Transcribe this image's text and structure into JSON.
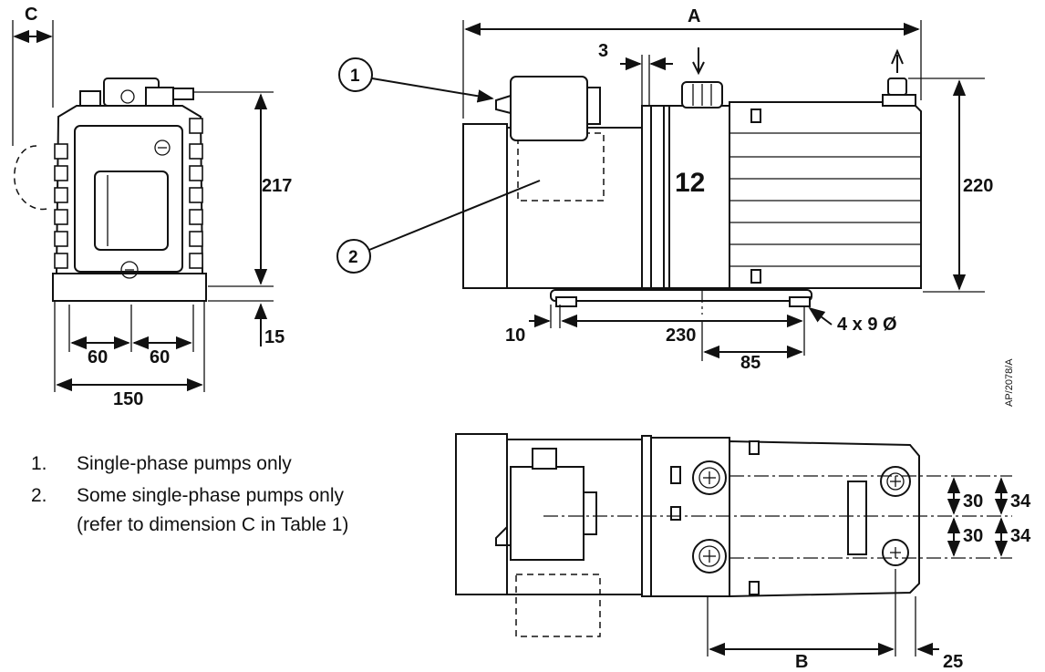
{
  "dimensions": {
    "A": "A",
    "B": "B",
    "C": "C",
    "height_end": "217",
    "base_gap": "15",
    "half_left": "60",
    "half_right": "60",
    "width_end": "150",
    "gap_3": "3",
    "height_side": "220",
    "offset_10": "10",
    "base_230": "230",
    "holes": "4 x 9 Ø",
    "len_85": "85",
    "port_30_a": "30",
    "port_30_b": "30",
    "port_34_a": "34",
    "port_34_b": "34",
    "end_25": "25"
  },
  "callouts": {
    "one": "1",
    "two": "2"
  },
  "model_number": "12",
  "figure_ref": "AP/2078/A",
  "notes": [
    {
      "num": "1.",
      "text": "Single-phase pumps only"
    },
    {
      "num": "2.",
      "text": "Some single-phase pumps only"
    },
    {
      "num": "",
      "text": "(refer to dimension C in Table 1)"
    }
  ]
}
